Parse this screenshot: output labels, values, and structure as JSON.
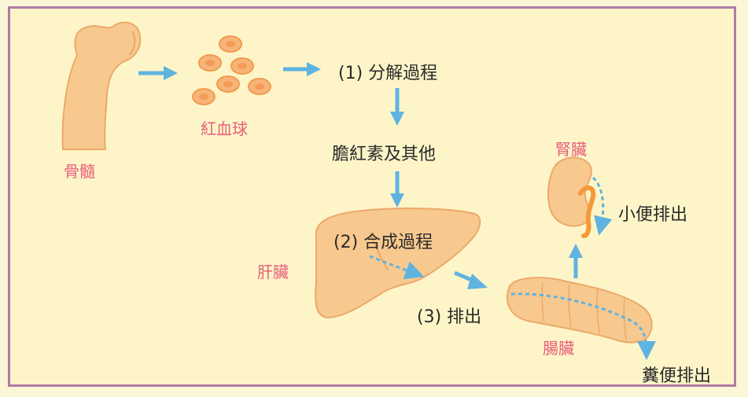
{
  "labels": {
    "bone_marrow": "骨髓",
    "red_blood_cells": "紅血球",
    "step1": "(1) 分解過程",
    "bilirubin": "膽紅素及其他",
    "liver": "肝臟",
    "step2": "(2) 合成過程",
    "step3": "(3) 排出",
    "kidney": "腎臟",
    "urine": "小便排出",
    "intestine": "腸臟",
    "feces": "糞便排出"
  },
  "colors": {
    "organ_fill": "#f7c98f",
    "organ_edge": "#eda869",
    "arrow": "#5fb3e0",
    "label_pink": "#e85e7c",
    "text_dark": "#2a2a2a",
    "background": "#fdf5c8",
    "border": "#b27aa6",
    "ureter": "#f39a3b"
  }
}
